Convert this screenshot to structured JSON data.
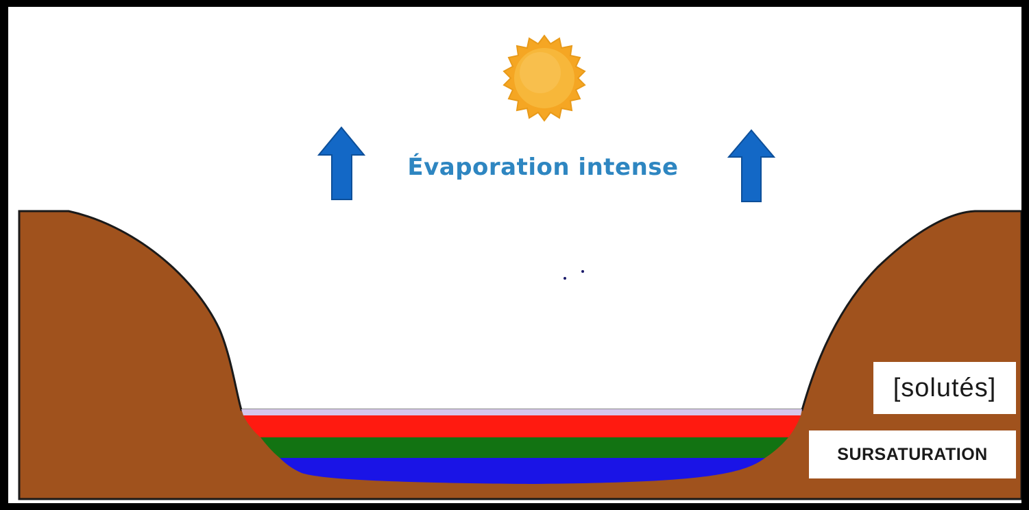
{
  "diagram": {
    "title": "Évaporation intense",
    "labels": {
      "solutes": "[solutés]",
      "sursaturation": "SURSATURATION"
    },
    "icons": {
      "sun": "sun-icon",
      "arrow_left": "arrow-up-icon",
      "arrow_right": "arrow-up-icon"
    },
    "colors": {
      "terrain": "#a0521d",
      "terrain_edge": "#1a1a1a",
      "layer_top_thin": "#d6c6ea",
      "layer_red": "#ff1a10",
      "layer_green": "#127312",
      "layer_blue": "#1a14e6",
      "arrow": "#1368c6",
      "sun_fill": "#f7b73a",
      "title": "#2e86c1"
    }
  }
}
